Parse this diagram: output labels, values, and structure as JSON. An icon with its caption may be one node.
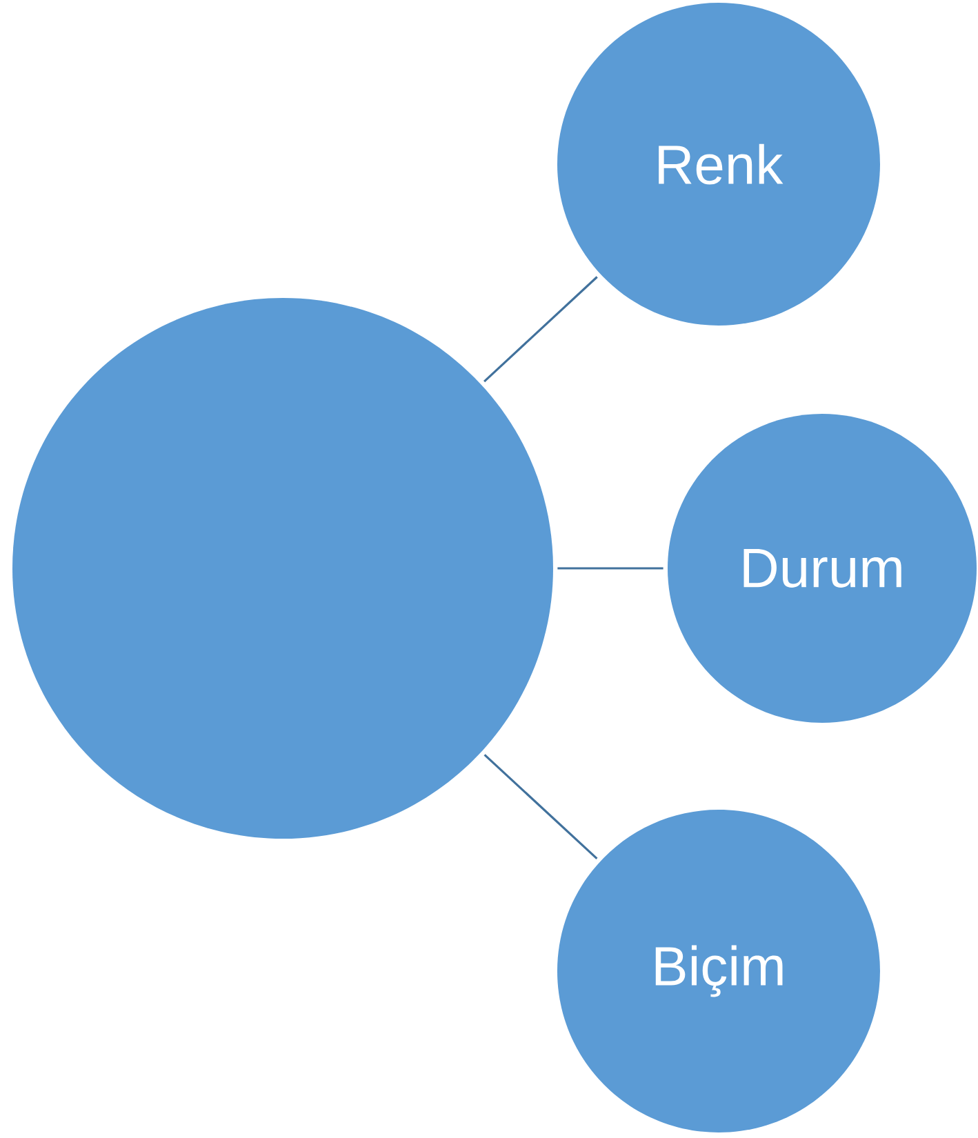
{
  "diagram": {
    "nodes": [
      {
        "text": [],
        "shape": "circle"
      },
      {
        "text": [
          "Renk"
        ]
      },
      {
        "text": [
          "Durum"
        ]
      },
      {
        "text": [
          "Biçim"
        ]
      }
    ],
    "edges": [
      {
        "from": 0,
        "to": 1,
        "arrow": "none"
      },
      {
        "from": 0,
        "to": 2,
        "arrow": "none"
      },
      {
        "from": 0,
        "to": 3,
        "arrow": "none"
      }
    ]
  }
}
